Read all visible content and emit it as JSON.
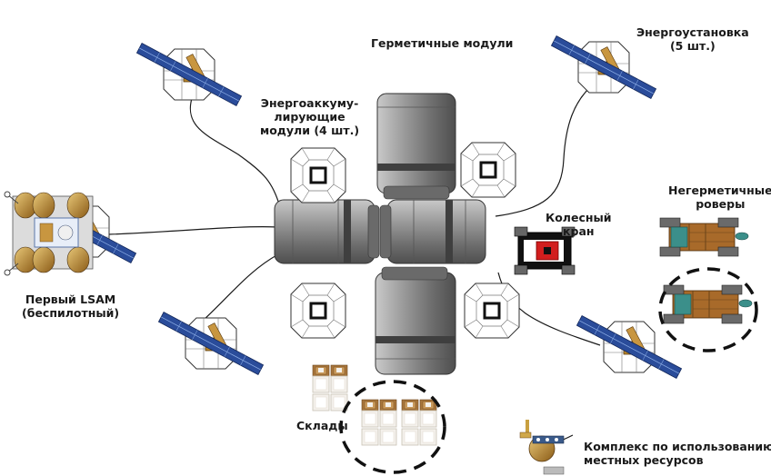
{
  "labels": {
    "pressurized_modules": "Герметичные модули",
    "power_plant": [
      "Энергоустановка",
      "(5 шт.)"
    ],
    "energy_storage": [
      "Энергоаккуму-",
      "лирующие",
      "модули (4 шт.)"
    ],
    "unpressurized_rovers": [
      "Негерметичные",
      "роверы"
    ],
    "wheeled_crane": [
      "Колесный",
      "кран"
    ],
    "first_lsam": [
      "Первый LSAM",
      "(беспилотный)"
    ],
    "warehouses": "Склады",
    "isru_complex": [
      "Комплекс по использованию",
      "местных ресурсов"
    ]
  },
  "colors": {
    "module_fill": "#8a8a8a",
    "solar_panel": "#2a4c9a",
    "lander_gold": "#b8862a",
    "crane_red": "#d21e1e",
    "rover_brown": "#a86a2a",
    "rover_teal": "#3b8f8a",
    "box_white": "#f4f1ec",
    "box_brown": "#a8763c"
  }
}
